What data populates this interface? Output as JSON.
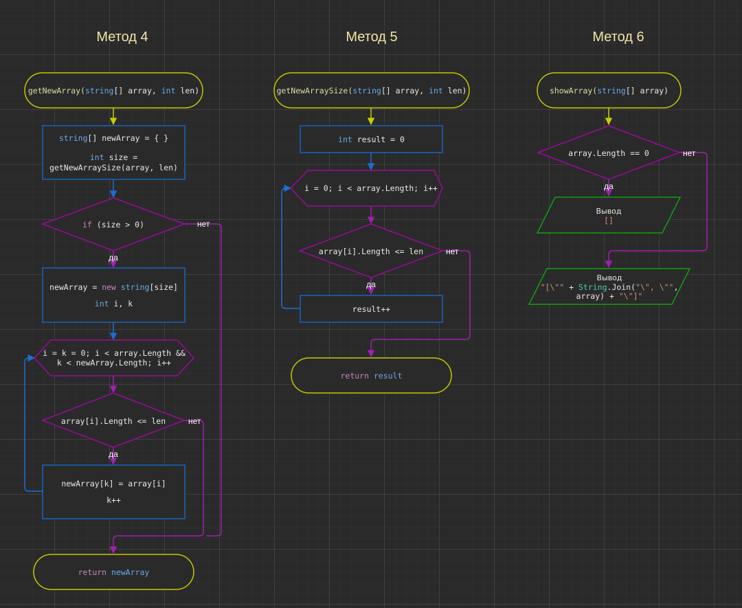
{
  "methods": [
    {
      "title": "Метод 4"
    },
    {
      "title": "Метод 5"
    },
    {
      "title": "Метод 6"
    }
  ],
  "m4": {
    "start_fn": "getNewArray(",
    "start_t1": "string",
    "start_p1": "[] array, ",
    "start_t2": "int",
    "start_p2": " len)",
    "b1_t": "string",
    "b1_r": "[] newArray = { }",
    "b1_l2t": "int",
    "b1_l2r": " size =",
    "b1_l3": "getNewArraySize(array, len)",
    "d1_kw": "if",
    "d1_r": " (size > 0)",
    "d1_yes": "да",
    "d1_no": "нет",
    "b2_l1a": "newArray = ",
    "b2_l1b": "new",
    "b2_l1c": " string",
    "b2_l1d": "[size]",
    "b2_l2t": "int",
    "b2_l2r": " i, k",
    "loop_l1": "i = k = 0; i < array.Length &&",
    "loop_l2": "k < newArray.Length; i++",
    "d2": "array[i].Length <= len",
    "d2_yes": "да",
    "d2_no": "нет",
    "b3_l1": "newArray[k] = array[i]",
    "b3_l2": "k++",
    "end_kw": "return",
    "end_id": " newArray"
  },
  "m5": {
    "start_fn": "getNewArraySize(",
    "start_t1": "string",
    "start_p1": "[] array, ",
    "start_t2": "int",
    "start_p2": " len)",
    "b1_t": "int",
    "b1_r": " result = 0",
    "loop": "i = 0; i < array.Length; i++",
    "d1": "array[i].Length <= len",
    "d1_yes": "да",
    "d1_no": "нет",
    "b2": "result++",
    "end_kw": "return",
    "end_id": " result"
  },
  "m6": {
    "start_fn": "showArray(",
    "start_t1": "string",
    "start_p1": "[] array)",
    "d1": "array.Length == 0",
    "d1_yes": "да",
    "d1_no": "нет",
    "out1_l1": "Вывод",
    "out1_l2": "[]",
    "out2_l1": "Вывод",
    "out2_l2a": "\"[\\\"\"",
    "out2_l2b": " + ",
    "out2_l2c": "String",
    "out2_l2d": ".Join(",
    "out2_l2e": "\"\\\", \\\"\"",
    "out2_l2f": ",",
    "out2_l3a": "array) + ",
    "out2_l3b": "\"\\\"]\""
  },
  "colors": {
    "terminal": "#c8c800",
    "process": "#1565c0",
    "decision": "#9a0c9a",
    "io": "#10a010",
    "arrow_blue": "#1a6fd4",
    "arrow_purple": "#a020b0",
    "arrow_yellow": "#cccc00"
  }
}
